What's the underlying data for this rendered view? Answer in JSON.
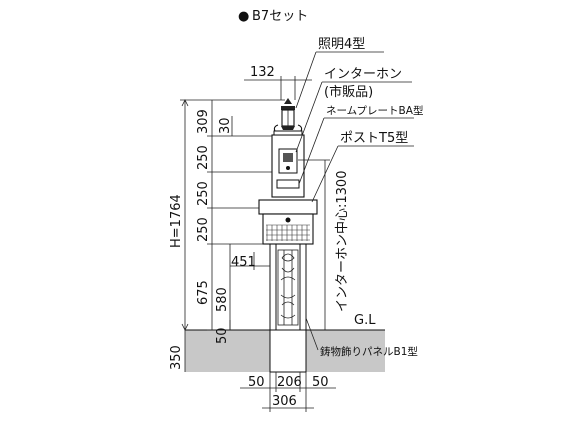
{
  "title": {
    "bullet": "●",
    "text": "B7セット"
  },
  "labels": {
    "lighting": "照明4型",
    "intercom_line1": "インターホン",
    "intercom_line2": "(市販品)",
    "nameplate": "ネームプレートBA型",
    "post": "ポストT5型",
    "intercom_center": "インターホン中心:1300",
    "gl": "G.L",
    "panel": "鋳物飾りパネルB1型"
  },
  "dimensions": {
    "lamp_width": "132",
    "total_height": "H=1764",
    "seg_309": "309",
    "seg_30": "30",
    "seg_250a": "250",
    "seg_250b": "250",
    "seg_250c": "250",
    "seg_675": "675",
    "seg_580": "580",
    "seg_451": "451",
    "seg_50_inner": "50",
    "seg_350": "350",
    "bottom_50_left": "50",
    "bottom_206": "206",
    "bottom_50_right": "50",
    "bottom_306": "306"
  },
  "colors": {
    "ground": "#c8c8c8",
    "line": "#111111",
    "grid": "#333333"
  }
}
